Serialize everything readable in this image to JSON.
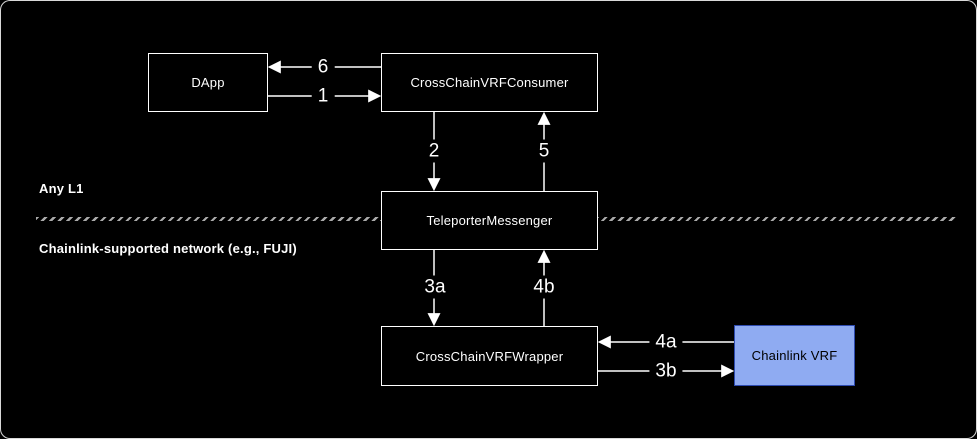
{
  "canvas": {
    "background": "#000000",
    "border_color": "#ffffff",
    "divider_color": "#aaaaaa",
    "edge_color": "#ffffff"
  },
  "regions": {
    "top": {
      "label": "Any L1"
    },
    "bottom": {
      "label": "Chainlink-supported network (e.g., FUJI)"
    }
  },
  "nodes": {
    "dapp": {
      "label": "DApp",
      "fill": "#000000",
      "border": "#ffffff",
      "text_color": "#ffffff"
    },
    "consumer": {
      "label": "CrossChainVRFConsumer",
      "fill": "#000000",
      "border": "#ffffff",
      "text_color": "#ffffff"
    },
    "messenger": {
      "label": "TeleporterMessenger",
      "fill": "#000000",
      "border": "#ffffff",
      "text_color": "#ffffff"
    },
    "wrapper": {
      "label": "CrossChainVRFWrapper",
      "fill": "#000000",
      "border": "#ffffff",
      "text_color": "#ffffff"
    },
    "chainlink_vrf": {
      "label": "Chainlink VRF",
      "fill": "#8fabf2",
      "border": "#2e4bb0",
      "text_color": "#000000"
    }
  },
  "edges": {
    "e1": {
      "label": "1",
      "from": "DApp",
      "to": "CrossChainVRFConsumer",
      "direction": "right"
    },
    "e2": {
      "label": "2",
      "from": "CrossChainVRFConsumer",
      "to": "TeleporterMessenger",
      "direction": "down"
    },
    "e3a": {
      "label": "3a",
      "from": "TeleporterMessenger",
      "to": "CrossChainVRFWrapper",
      "direction": "down"
    },
    "e3b": {
      "label": "3b",
      "from": "CrossChainVRFWrapper",
      "to": "Chainlink VRF",
      "direction": "right"
    },
    "e4a": {
      "label": "4a",
      "from": "Chainlink VRF",
      "to": "CrossChainVRFWrapper",
      "direction": "left"
    },
    "e4b": {
      "label": "4b",
      "from": "CrossChainVRFWrapper",
      "to": "TeleporterMessenger",
      "direction": "up"
    },
    "e5": {
      "label": "5",
      "from": "TeleporterMessenger",
      "to": "CrossChainVRFConsumer",
      "direction": "up"
    },
    "e6": {
      "label": "6",
      "from": "CrossChainVRFConsumer",
      "to": "DApp",
      "direction": "left"
    }
  }
}
